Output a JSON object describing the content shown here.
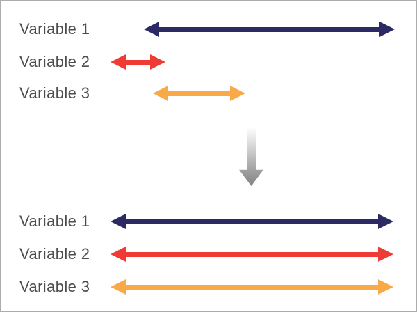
{
  "canvas": {
    "background": "#ffffff",
    "border_color": "#ababab"
  },
  "palette": {
    "navy": "#2b2a64",
    "red": "#ee3b33",
    "orange": "#f9a945",
    "label_text": "#4d4d4f",
    "down_arrow_gradient_top": "#d2d2d2",
    "down_arrow_gradient_bottom": "#828282"
  },
  "before_scaling": {
    "rows": [
      {
        "label": "Variable 1",
        "color": "#2b2a64",
        "arrow_style": "left:206px;width:361px;top:30px;--c:#2b2a64"
      },
      {
        "label": "Variable 2",
        "color": "#ee3b33",
        "arrow_style": "left:158px;width:79px;top:77px;--c:#ee3b33"
      },
      {
        "label": "Variable 3",
        "color": "#f9a945",
        "arrow_style": "left:219px;width:133px;top:122px;--c:#f9a945"
      }
    ]
  },
  "transform": {
    "icon": "down-arrow-icon"
  },
  "after_scaling": {
    "rows": [
      {
        "label": "Variable 1",
        "color": "#2b2a64",
        "arrow_style": "left:158px;width:407px;top:306px;--c:#2b2a64"
      },
      {
        "label": "Variable 2",
        "color": "#ee3b33",
        "arrow_style": "left:158px;width:407px;top:353px;--c:#ee3b33"
      },
      {
        "label": "Variable 3",
        "color": "#f9a945",
        "arrow_style": "left:158px;width:407px;top:400px;--c:#f9a945"
      }
    ]
  }
}
